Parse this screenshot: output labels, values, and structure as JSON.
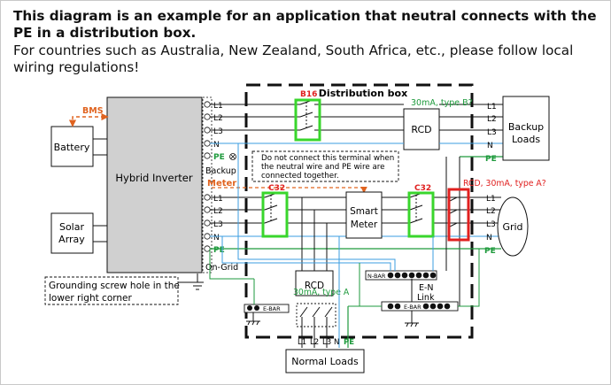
{
  "header": {
    "title": "This diagram is an example for an application that neutral connects with the PE in a distribution box.",
    "subtitle": "For countries such as Australia, New Zealand, South Africa, etc., please follow local wiring regulations!"
  },
  "labels": {
    "distribution_box": "Distribution box",
    "hybrid_inverter": "Hybrid Inverter",
    "battery": "Battery",
    "solar_l1": "Solar",
    "solar_l2": "Array",
    "bms": "BMS",
    "meter": "Meter",
    "backup": "Backup",
    "on_grid": "On-Grid",
    "pe_cross": "PE",
    "rcd_top": "RCD",
    "rcd_bottom": "RCD",
    "smart_l1": "Smart",
    "smart_l2": "Meter",
    "backup_loads_l1": "Backup",
    "backup_loads_l2": "Loads",
    "grid": "Grid",
    "normal_loads": "Normal Loads",
    "b16": "B16",
    "c32_left": "C32",
    "c32_right": "C32",
    "rcd_type_b": "30mA, type B?",
    "rcd_type_a_grid": "RCD, 30mA, type A?",
    "rcd_type_a": "30mA, type A",
    "warn_l1": "Do not connect this terminal when",
    "warn_l2": "the neutral wire and PE wire are",
    "warn_l3": "connected together.",
    "ground_l1": "Grounding screw hole in the",
    "ground_l2": "lower right corner",
    "nbar": "N-BAR",
    "ebar": "E-BAR",
    "en_l1": "E-N",
    "en_l2": "Link"
  },
  "terminals": {
    "L1": "L1",
    "L2": "L2",
    "L3": "L3",
    "N": "N",
    "PE": "PE"
  },
  "colors": {
    "neutral": "#3b9ee0",
    "earth": "#1e9a3c",
    "meter": "#e0631f",
    "breaker": "#39d62c",
    "rcd_grid": "#e0201f",
    "line": "#111111"
  }
}
